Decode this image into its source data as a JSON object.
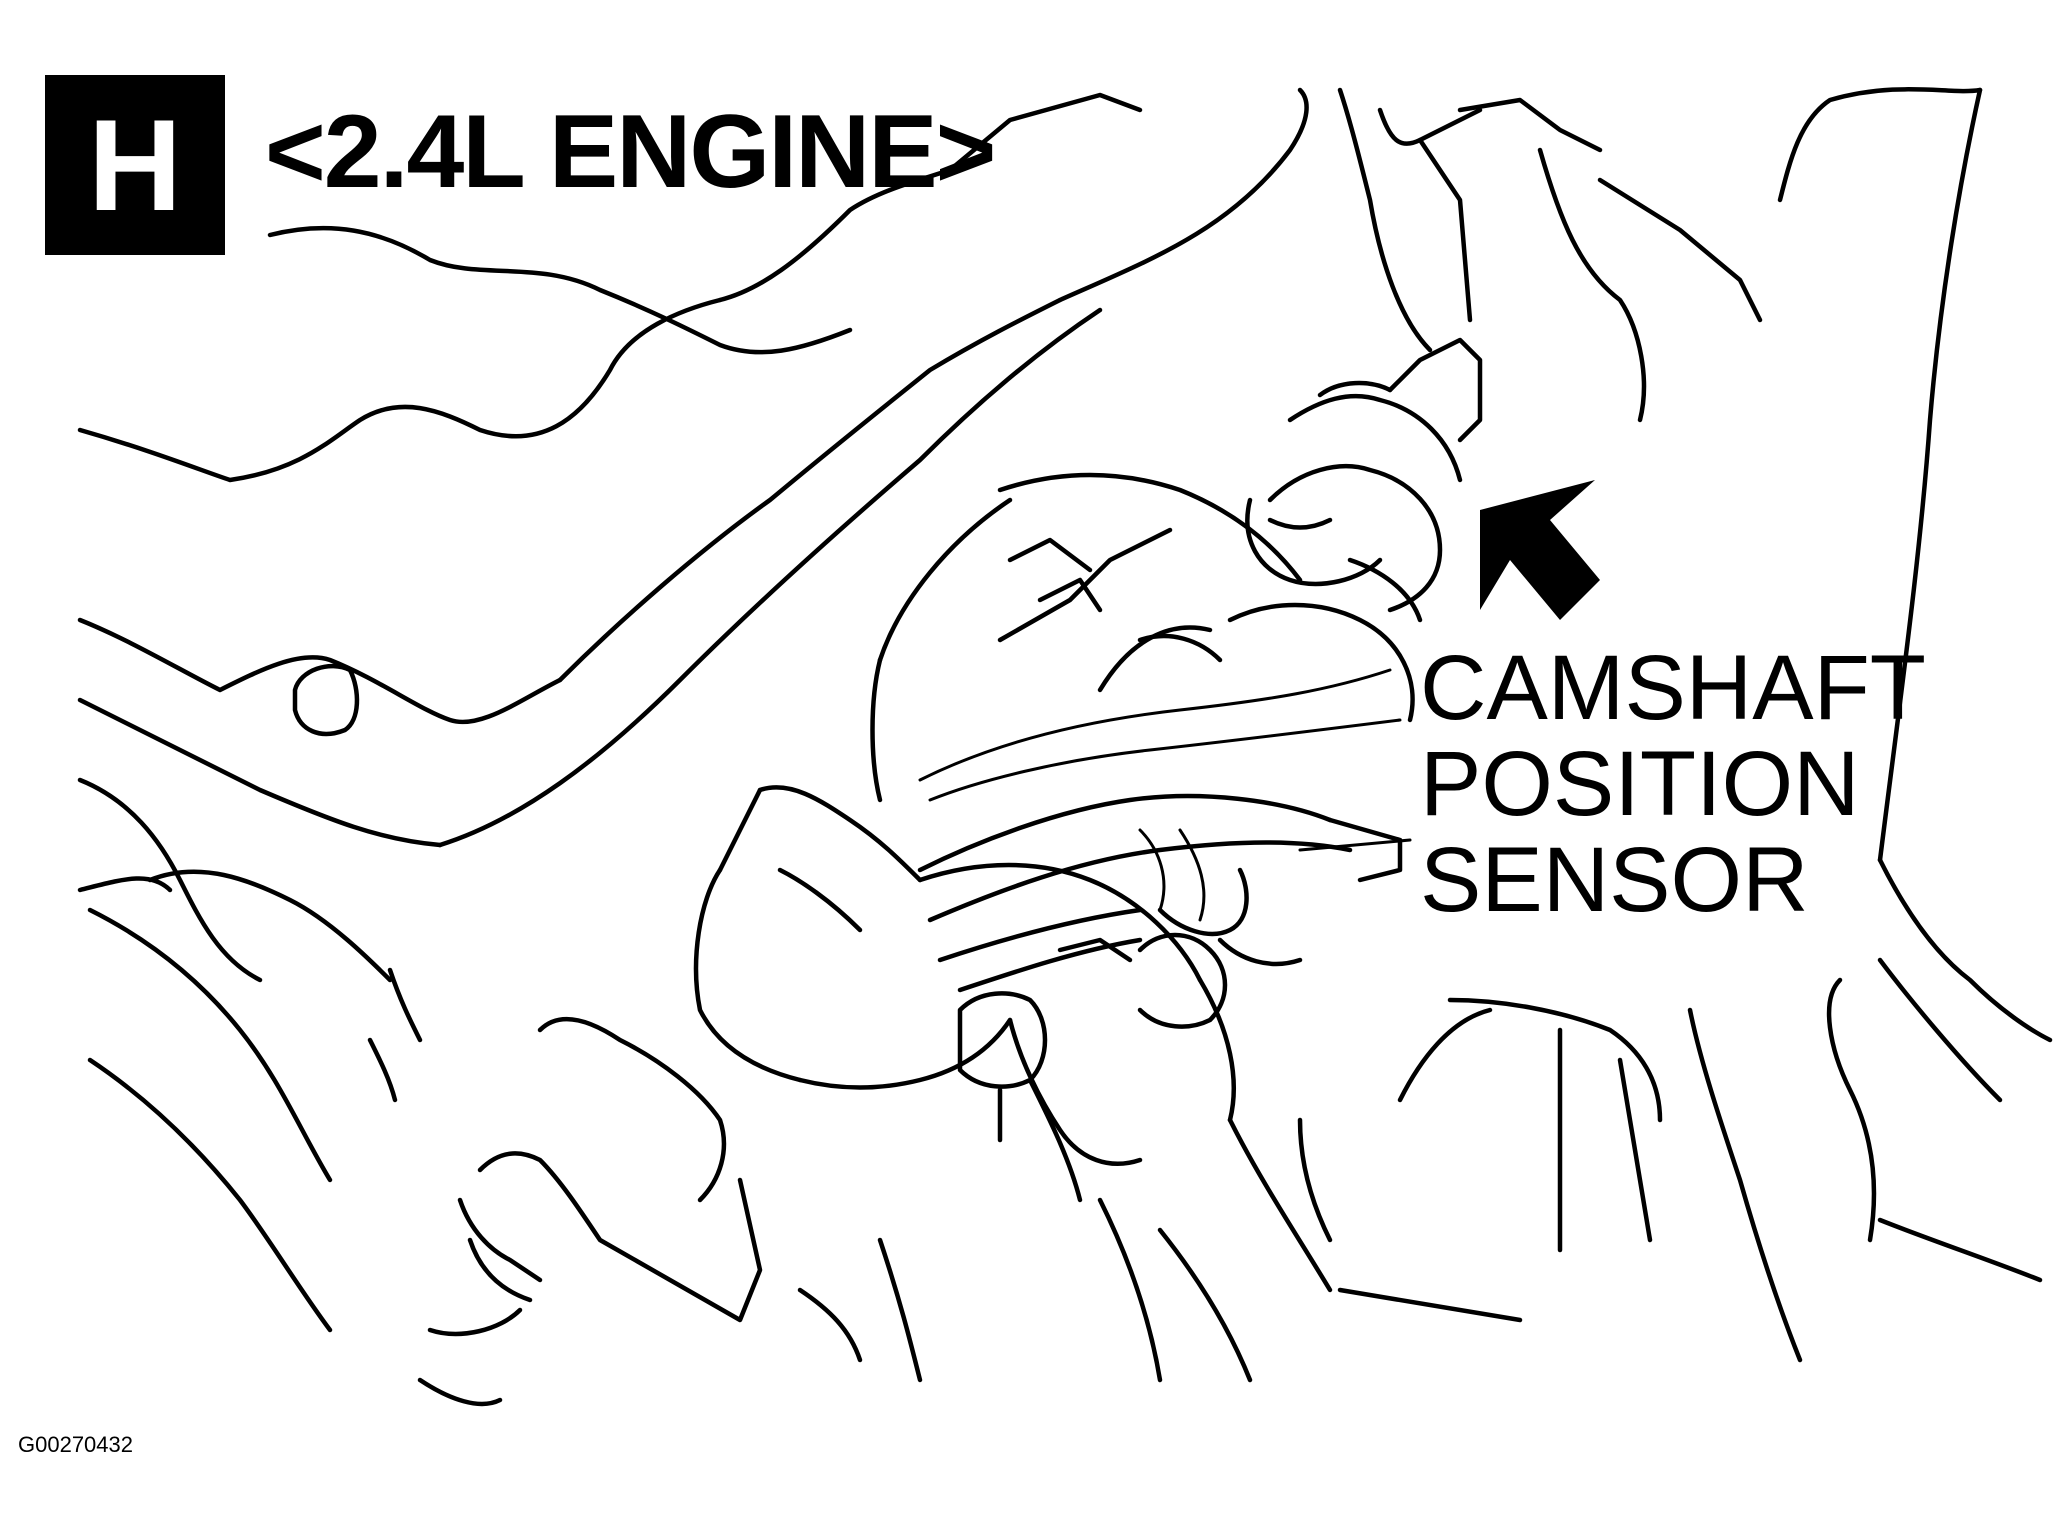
{
  "figure": {
    "badge_letter": "H",
    "title": "<2.4L ENGINE>",
    "callout_lines": [
      "CAMSHAFT",
      "POSITION",
      "SENSOR"
    ],
    "figure_id": "G00270432"
  },
  "icons": {
    "arrow": "arrow-pointer-icon"
  }
}
